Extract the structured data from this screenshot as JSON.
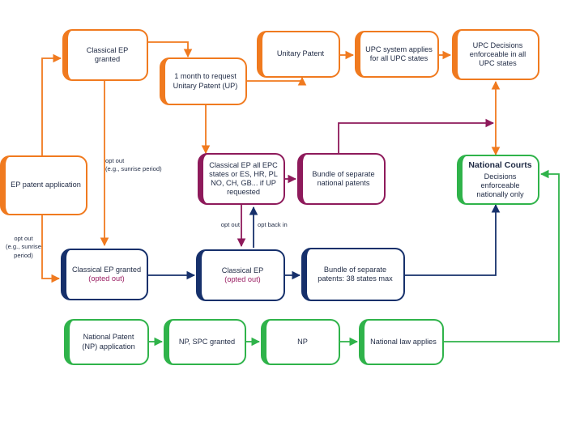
{
  "colors": {
    "orange": "#f07a1f",
    "navy": "#16306b",
    "purple": "#8e1a5b",
    "green": "#2fb34a",
    "text": "#1f2a44",
    "highlight": "#9b1e63"
  },
  "nodes": {
    "ep_application": "EP patent application",
    "classical_ep_granted": "Classical EP granted",
    "one_month_request": "1 month to request Unitary Patent (UP)",
    "unitary_patent": "Unitary Patent",
    "upc_system": "UPC system applies for all UPC states",
    "upc_decisions": "UPC Decisions enforceable in all UPC states",
    "classical_ep_states": "Classical EP all EPC states or ES, HR, PL NO, CH, GB... if UP requested",
    "bundle_national": "Bundle of separate national patents",
    "national_courts_title": "National Courts",
    "national_courts_text": "Decisions enforceable nationally only",
    "ep_granted_opted_text": "Classical EP granted",
    "ep_granted_opted_note": "(opted out)",
    "ep_opted_text": "Classical EP",
    "ep_opted_note": "(opted out)",
    "bundle_38": "Bundle of separate patents: 38 states max",
    "np_application": "National Patent (NP) application",
    "np_spc": "NP, SPC granted",
    "np": "NP",
    "national_law": "National law applies"
  },
  "labels": {
    "opt_out_1": "opt out",
    "opt_out_1_sub": "(e.g., sunrise period)",
    "opt_out_2": "opt out",
    "opt_out_2_sub": "(e.g., sunrise period)",
    "opt_out_3": "opt out",
    "opt_back_in": "opt back in"
  }
}
